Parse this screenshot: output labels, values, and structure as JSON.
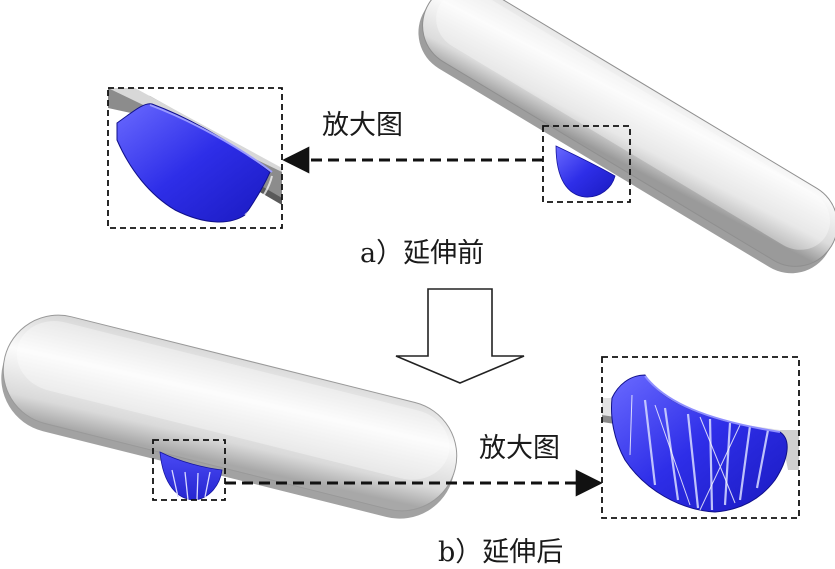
{
  "top_panel": {
    "zoom_label": "放大图",
    "caption": "a）延伸前"
  },
  "bottom_panel": {
    "zoom_label": "放大图",
    "caption": "b）延伸后"
  },
  "colors": {
    "surface_blue": "#3333ee",
    "body_light": "#f4f4f4",
    "body_shadow": "#b9b9b9",
    "leader_line": "#111111"
  },
  "icons": {
    "process_arrow": "down-outline-arrow"
  }
}
